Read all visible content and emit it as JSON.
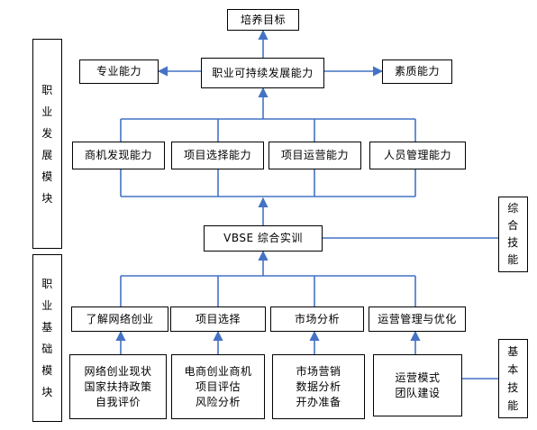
{
  "top": {
    "goal": "培养目标"
  },
  "row_sustain": {
    "left": "专业能力",
    "center": "职业可持续发展能力",
    "right": "素质能力"
  },
  "abilities": [
    "商机发现能力",
    "项目选择能力",
    "项目运营能力",
    "人员管理能力"
  ],
  "training": "VBSE 综合实训",
  "foundation_headers": [
    "了解网络创业",
    "项目选择",
    "市场分析",
    "运营管理与优化"
  ],
  "foundation_details": [
    [
      "网络创业现状",
      "国家扶持政策",
      "自我评价"
    ],
    [
      "电商创业商机",
      "项目评估",
      "风险分析"
    ],
    [
      "市场营销",
      "数据分析",
      "开办准备"
    ],
    [
      "运营模式",
      "团队建设"
    ]
  ],
  "side_labels": {
    "module_dev": [
      "职",
      "业",
      "发",
      "展",
      "模",
      "块"
    ],
    "module_base": [
      "职",
      "业",
      "基",
      "础",
      "模",
      "块"
    ],
    "comprehensive": [
      "综",
      "合",
      "技",
      "能"
    ],
    "basic": [
      "基",
      "本",
      "技",
      "能"
    ]
  },
  "colors": {
    "connector": "#4472c4",
    "border": "#000000"
  }
}
